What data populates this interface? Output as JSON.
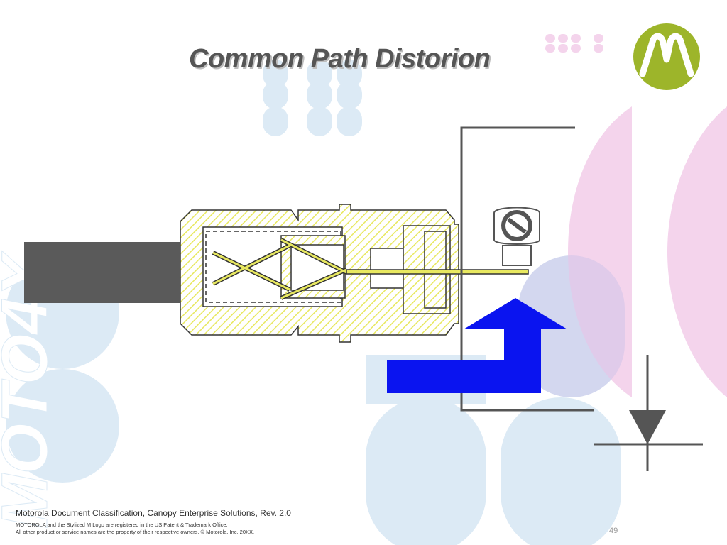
{
  "slide": {
    "title": "Common Path Distorion",
    "watermark_text": "MOTO4X",
    "footer": {
      "classification": "Motorola Document Classification, Canopy Enterprise Solutions, Rev. 2.0",
      "legal_line1": "MOTOROLA and the Stylized M Logo are registered in the US Patent & Trademark Office.",
      "legal_line2": "All other product or service names are the property of their respective owners. © Motorola, Inc. 20XX."
    },
    "page_number": "49"
  },
  "colors": {
    "logo_green": "#9DB52A",
    "arrow_blue": "#0A14F0",
    "bg_blue": "#DCEAF5",
    "bg_pink": "#F4D4EC",
    "line_gray": "#555555",
    "connector_yellow": "#E8E860"
  },
  "icons": {
    "logo": "motorola-batwing-logo",
    "diode": "diode-symbol",
    "arrow": "blue-bent-arrow",
    "terminal": "screw-terminal"
  }
}
